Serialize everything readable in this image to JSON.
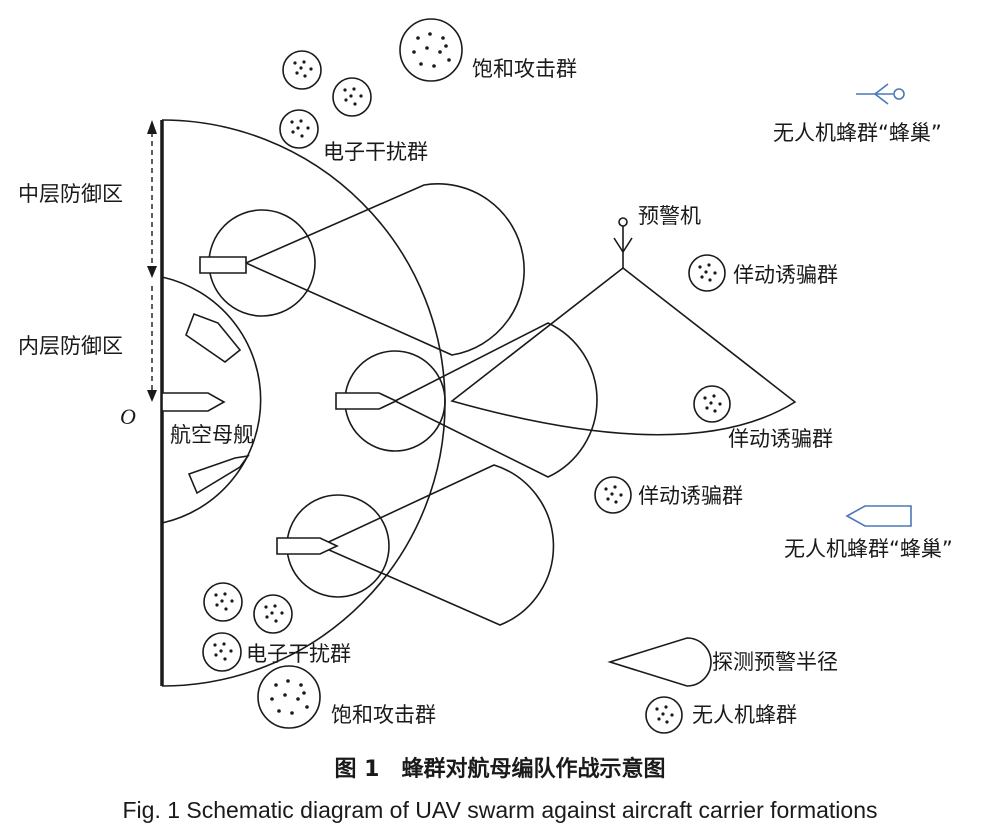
{
  "labels": {
    "saturation_attack_top": "饱和攻击群",
    "jamming_top": "电子干扰群",
    "middle_zone": "中层防御区",
    "inner_zone": "内层防御区",
    "origin": "O",
    "carrier": "航空母舰",
    "aew": "预警机",
    "decoy_1": "佯动诱骗群",
    "decoy_2": "佯动诱骗群",
    "decoy_3": "佯动诱骗群",
    "hive_1": "无人机蜂群“蜂巢”",
    "hive_2": "无人机蜂群“蜂巢”",
    "jamming_bottom": "电子干扰群",
    "saturation_attack_bottom": "饱和攻击群",
    "legend_radar": "探测预警半径",
    "legend_swarm": "无人机蜂群"
  },
  "caption": {
    "cn": "图 1　蜂群对航母编队作战示意图",
    "en": "Fig. 1 Schematic diagram of UAV swarm against aircraft carrier formations"
  },
  "colors": {
    "line": "#1a1a1a",
    "hive": "#4a78b8"
  }
}
